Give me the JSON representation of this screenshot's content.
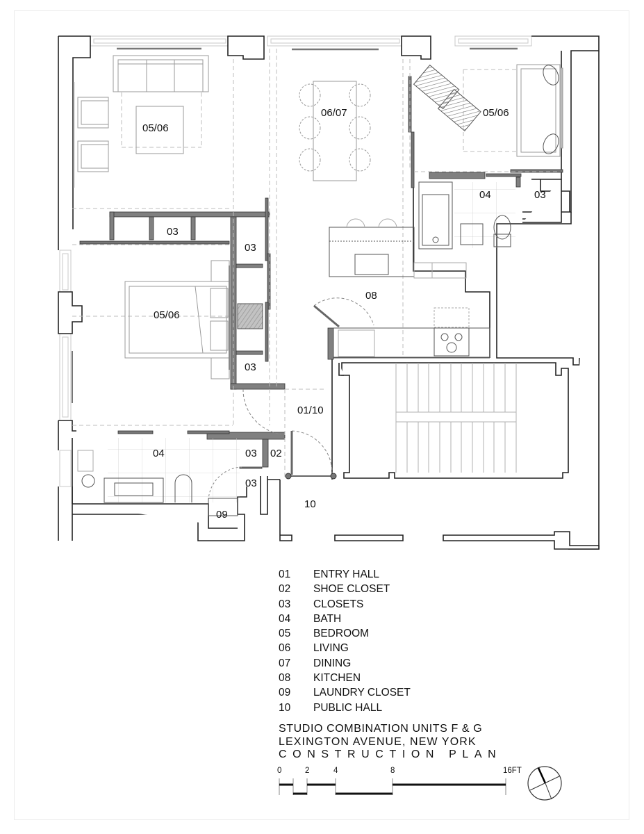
{
  "drawing": {
    "title_lines": [
      "STUDIO COMBINATION UNITS F & G",
      "LEXINGTON AVENUE, NEW YORK",
      "CONSTRUCTION PLAN"
    ],
    "colors": {
      "wall_line": "#222222",
      "new_wall_fill": "#808080",
      "furniture_line": "#9a9a9a",
      "dashed_line": "#b5b5b5",
      "window_line": "#c8c8c8"
    }
  },
  "rooms": [
    {
      "id": "living-area",
      "label": "05/06"
    },
    {
      "id": "dining-area",
      "label": "06/07"
    },
    {
      "id": "bedroom-ne",
      "label": "05/06"
    },
    {
      "id": "bath-ne",
      "label": "04"
    },
    {
      "id": "closet-ne",
      "label": "03"
    },
    {
      "id": "closet-row-top",
      "label": "03"
    },
    {
      "id": "closet-central-upper",
      "label": "03"
    },
    {
      "id": "bedroom-west",
      "label": "05/06"
    },
    {
      "id": "closet-central-lower",
      "label": "03"
    },
    {
      "id": "kitchen",
      "label": "08"
    },
    {
      "id": "entry",
      "label": "01/10"
    },
    {
      "id": "bath-sw",
      "label": "04"
    },
    {
      "id": "closet-sw-upper",
      "label": "03"
    },
    {
      "id": "shoe-closet",
      "label": "02"
    },
    {
      "id": "closet-sw-lower",
      "label": "03"
    },
    {
      "id": "laundry",
      "label": "09"
    },
    {
      "id": "public-hall",
      "label": "10"
    }
  ],
  "legend": [
    {
      "num": "01",
      "name": "ENTRY HALL"
    },
    {
      "num": "02",
      "name": "SHOE CLOSET"
    },
    {
      "num": "03",
      "name": "CLOSETS"
    },
    {
      "num": "04",
      "name": "BATH"
    },
    {
      "num": "05",
      "name": "BEDROOM"
    },
    {
      "num": "06",
      "name": "LIVING"
    },
    {
      "num": "07",
      "name": "DINING"
    },
    {
      "num": "08",
      "name": "KITCHEN"
    },
    {
      "num": "09",
      "name": "LAUNDRY CLOSET"
    },
    {
      "num": "10",
      "name": "PUBLIC HALL"
    }
  ],
  "scale_bar": {
    "ticks": [
      "0",
      "2",
      "4",
      "8",
      "16FT"
    ],
    "unit": "FT"
  },
  "north_arrow": {
    "icon": "north-arrow-icon"
  }
}
